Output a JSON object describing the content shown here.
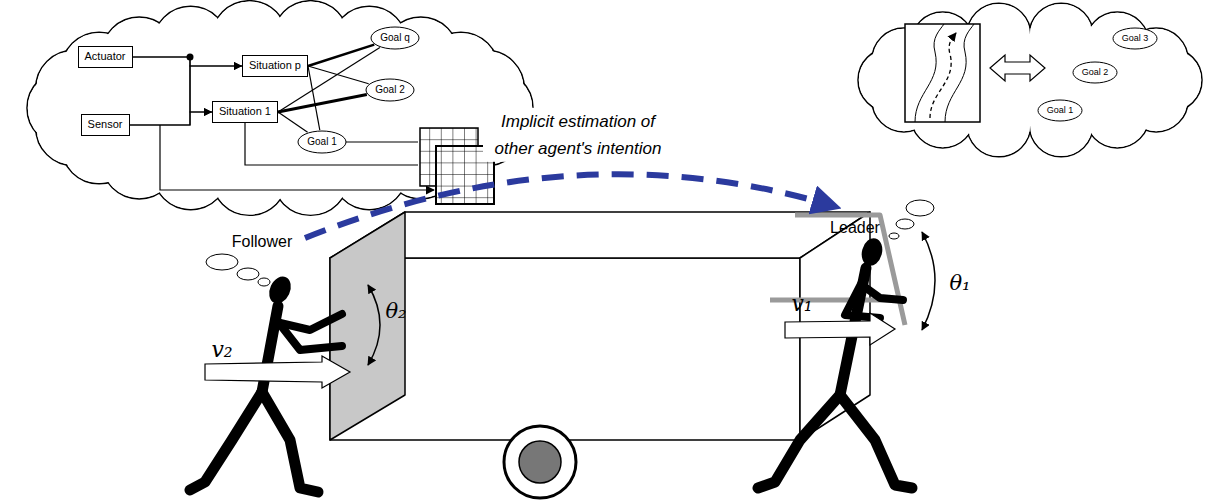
{
  "diagram": {
    "nodes": [
      {
        "text": [
          "Actuator"
        ]
      },
      {
        "text": [
          "Sensor"
        ]
      },
      {
        "text": [
          "Situation p"
        ]
      },
      {
        "text": [
          "Situation 1"
        ]
      },
      {
        "text": [
          "Goal q"
        ]
      },
      {
        "text": [
          "Goal 2"
        ]
      },
      {
        "text": [
          "Goal 1"
        ]
      },
      {
        "text": [
          "Goal 3"
        ]
      },
      {
        "text": [
          "Goal 2"
        ]
      },
      {
        "text": [
          "Goal 1"
        ]
      }
    ],
    "edges": [
      {
        "from": 0,
        "to": 2,
        "arrow": "to"
      },
      {
        "from": 0,
        "to": 3,
        "arrow": "to"
      },
      {
        "from": 1,
        "to": 2,
        "arrow": "to"
      },
      {
        "from": 1,
        "to": 3,
        "arrow": "to"
      },
      {
        "from": 2,
        "to": 4,
        "arrow": "none"
      },
      {
        "from": 2,
        "to": 5,
        "arrow": "none"
      },
      {
        "from": 2,
        "to": 6,
        "arrow": "none"
      },
      {
        "from": 3,
        "to": 4,
        "arrow": "none"
      },
      {
        "from": 3,
        "to": 5,
        "arrow": "none"
      },
      {
        "from": 3,
        "to": 6,
        "arrow": "none"
      }
    ],
    "labels": [
      "Implicit estimation of other agent's intention",
      "Follower",
      "Leader",
      "v₂",
      "θ₂",
      "v₁",
      "θ₁"
    ]
  }
}
